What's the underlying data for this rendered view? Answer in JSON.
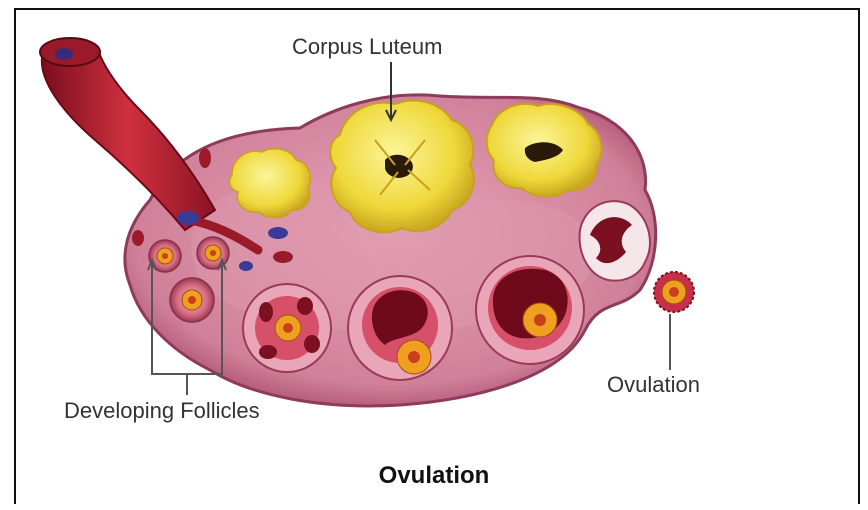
{
  "labels": {
    "corpus_luteum": "Corpus Luteum",
    "developing_follicles": "Developing Follicles",
    "ovulation_label": "Ovulation"
  },
  "caption": "Ovulation",
  "colors": {
    "ovary_tissue": "#c86a8a",
    "stroma": "#d98ca3",
    "corpus_luteum": "#f2e04a",
    "vessel_red": "#b3203a",
    "oocyte": "#f0a020",
    "nucleus": "#c8401c",
    "leader_line": "#444444"
  }
}
